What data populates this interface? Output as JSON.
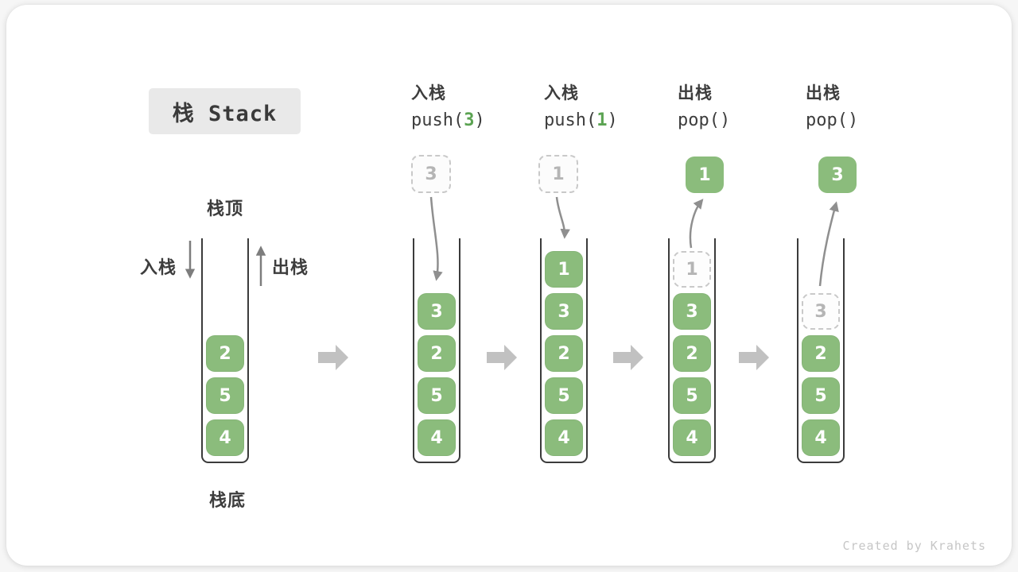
{
  "title": "栈 Stack",
  "footer": "Created by Krahets",
  "labels": {
    "stack_top": "栈顶",
    "stack_bottom": "栈底",
    "push_side": "入栈",
    "pop_side": "出栈"
  },
  "colors": {
    "box_green": "#8bbc7c",
    "code_arg_green": "#5ba352",
    "dashed_border": "#c9c9c9",
    "wall_dark": "#3b3b3b",
    "curved_arrow_gray": "#8f8f8f",
    "block_arrow_gray": "#c1c1c1",
    "title_box_bg": "#e9e9e9"
  },
  "columns": [
    {
      "op": "入栈",
      "code_pre": "push(",
      "code_arg": "3",
      "code_post": ")"
    },
    {
      "op": "入栈",
      "code_pre": "push(",
      "code_arg": "1",
      "code_post": ")"
    },
    {
      "op": "出栈",
      "code_pre": "pop()",
      "code_arg": "",
      "code_post": ""
    },
    {
      "op": "出栈",
      "code_pre": "pop()",
      "code_arg": "",
      "code_post": ""
    }
  ],
  "stacks": [
    {
      "state": "initial",
      "items": [
        {
          "value": "2",
          "style": "solid"
        },
        {
          "value": "5",
          "style": "solid"
        },
        {
          "value": "4",
          "style": "solid"
        }
      ]
    },
    {
      "state": "after push(3)",
      "floating": {
        "value": "3",
        "style": "dashed"
      },
      "items": [
        {
          "value": "3",
          "style": "solid"
        },
        {
          "value": "2",
          "style": "solid"
        },
        {
          "value": "5",
          "style": "solid"
        },
        {
          "value": "4",
          "style": "solid"
        }
      ]
    },
    {
      "state": "after push(1)",
      "floating": {
        "value": "1",
        "style": "dashed"
      },
      "items": [
        {
          "value": "1",
          "style": "solid"
        },
        {
          "value": "3",
          "style": "solid"
        },
        {
          "value": "2",
          "style": "solid"
        },
        {
          "value": "5",
          "style": "solid"
        },
        {
          "value": "4",
          "style": "solid"
        }
      ]
    },
    {
      "state": "after pop() removes 1",
      "floating": {
        "value": "1",
        "style": "solid"
      },
      "items": [
        {
          "value": "1",
          "style": "dashed"
        },
        {
          "value": "3",
          "style": "solid"
        },
        {
          "value": "2",
          "style": "solid"
        },
        {
          "value": "5",
          "style": "solid"
        },
        {
          "value": "4",
          "style": "solid"
        }
      ]
    },
    {
      "state": "after pop() removes 3",
      "floating": {
        "value": "3",
        "style": "solid"
      },
      "items": [
        {
          "value": "3",
          "style": "dashed"
        },
        {
          "value": "2",
          "style": "solid"
        },
        {
          "value": "5",
          "style": "solid"
        },
        {
          "value": "4",
          "style": "solid"
        }
      ]
    }
  ]
}
